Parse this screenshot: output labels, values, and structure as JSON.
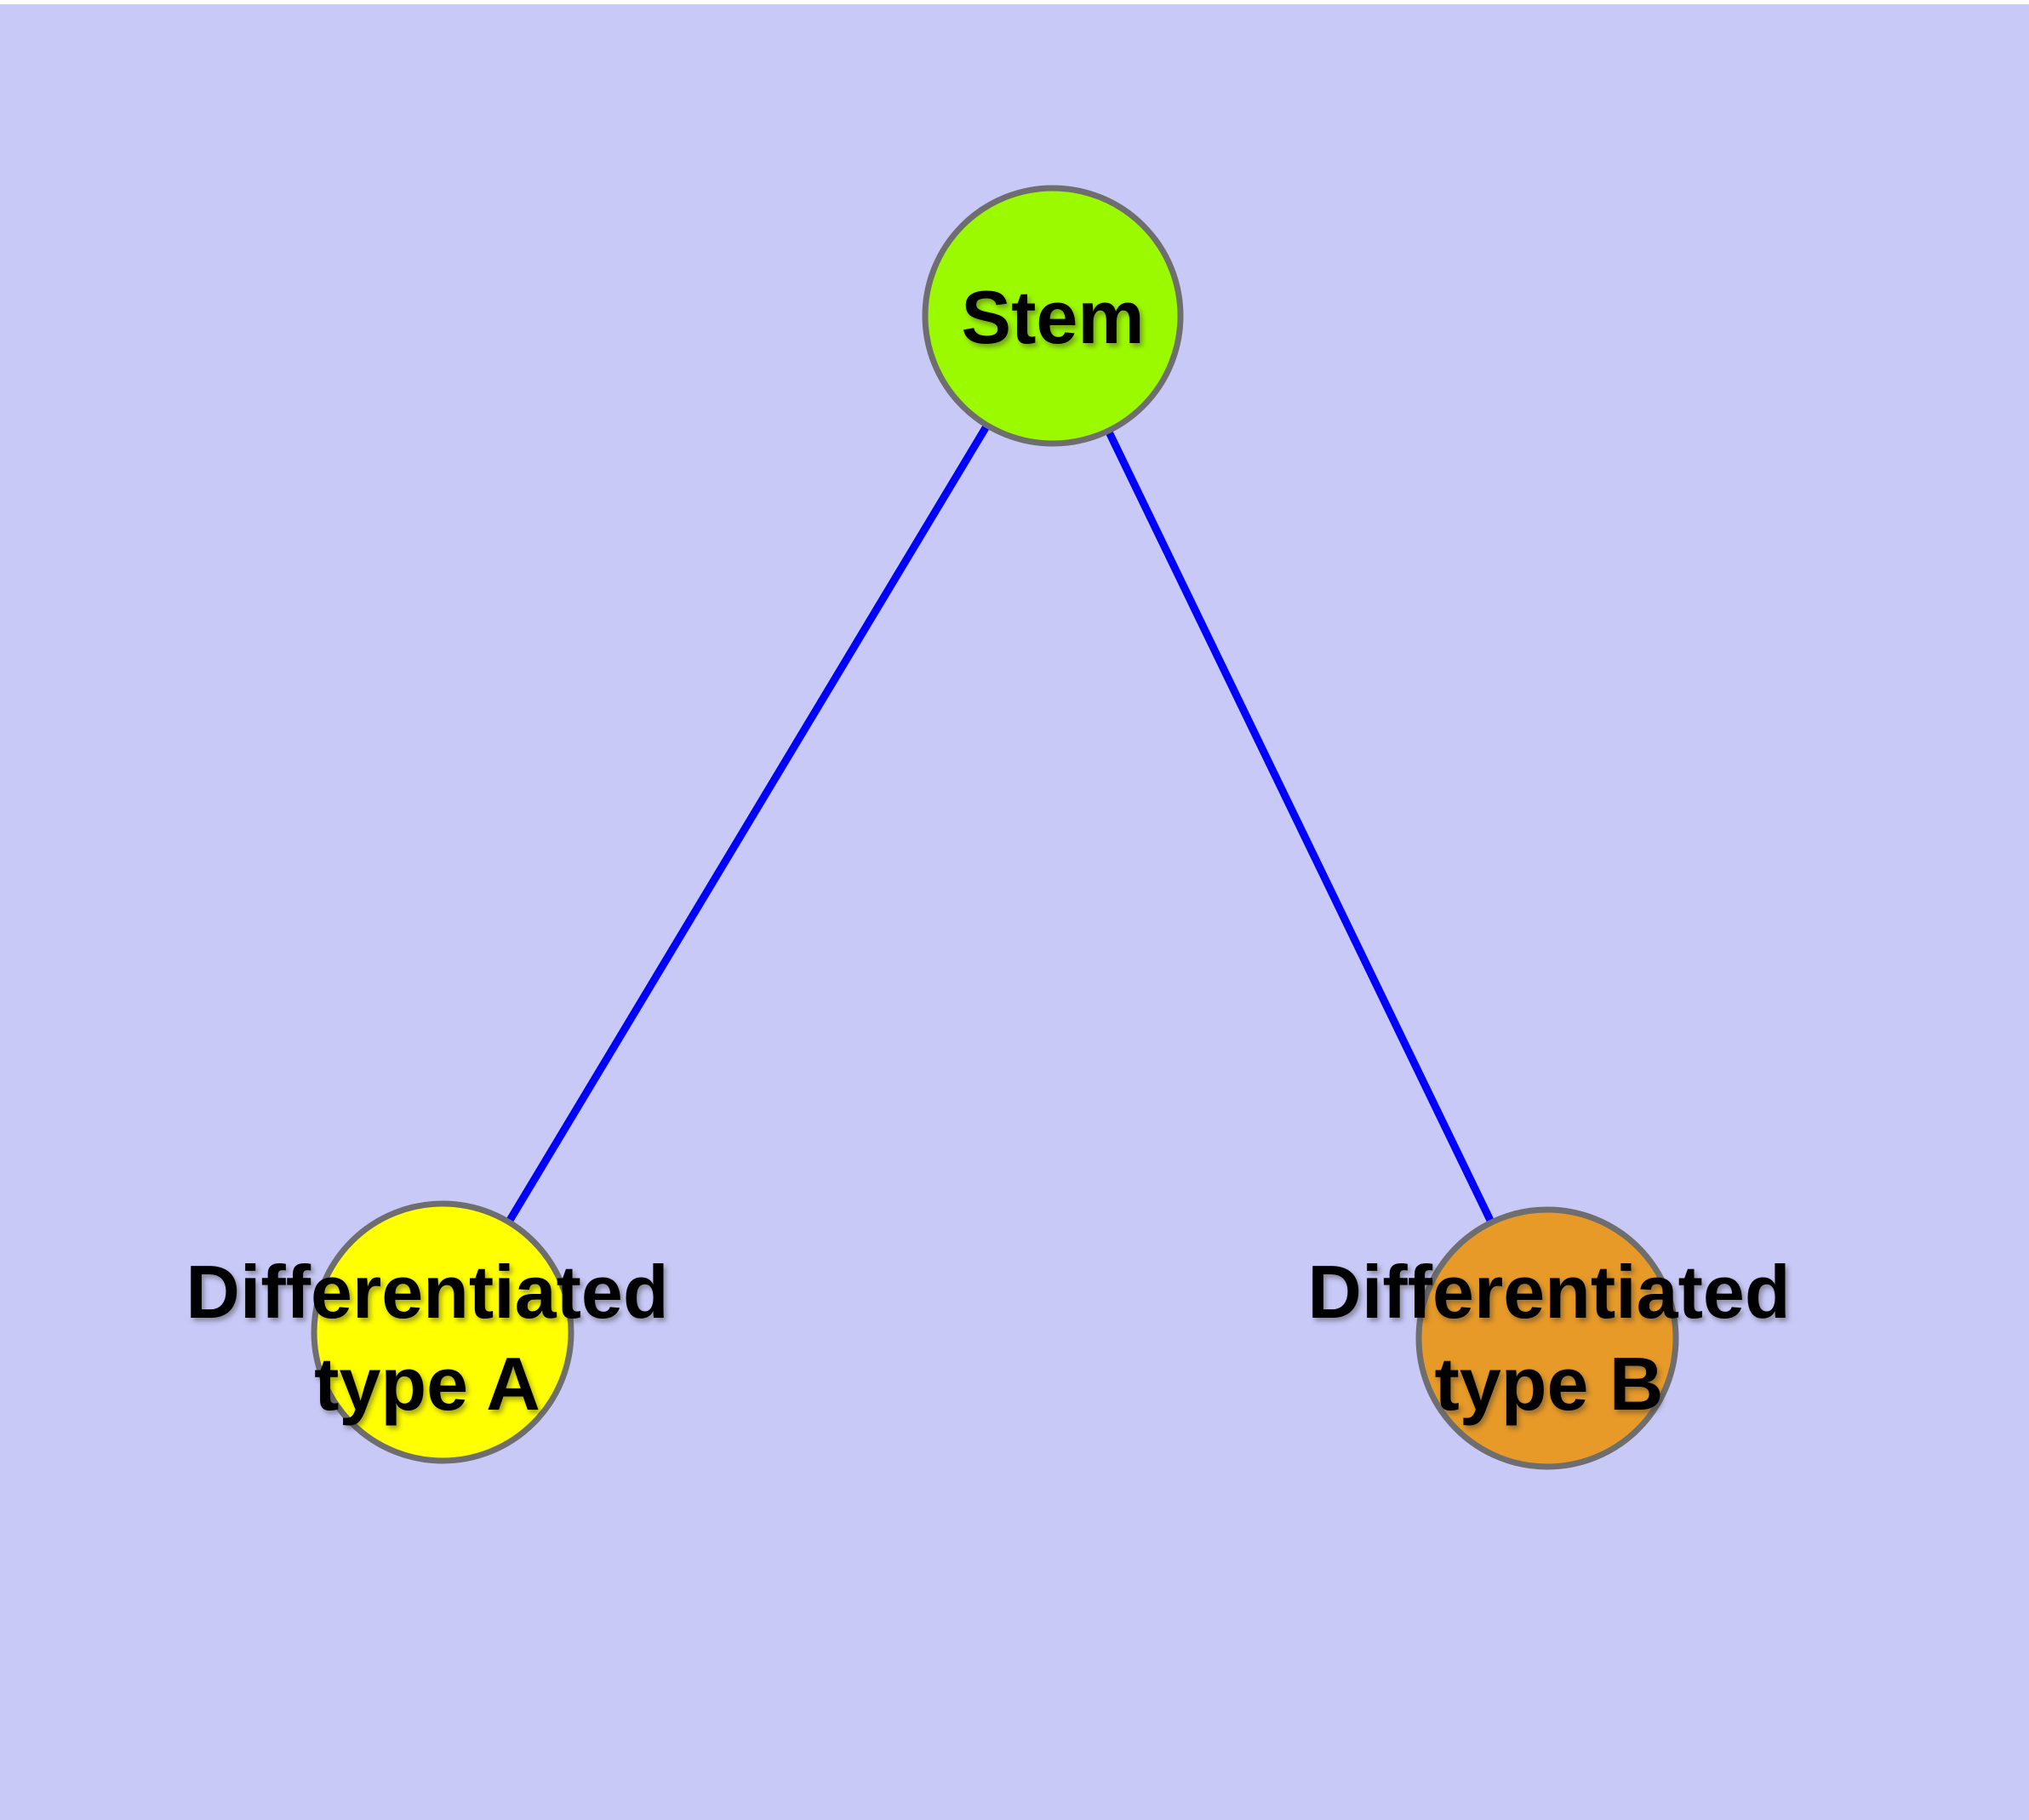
{
  "canvas": {
    "background": "#C9C9F8",
    "top_edge_color": "#FFFFFF"
  },
  "diagram": {
    "nodes": [
      {
        "id": "stem",
        "label": "Stem",
        "fill": "#9CFA00",
        "border_color": "#6E6E6E"
      },
      {
        "id": "type-a",
        "label": "Differentiated\ntype A",
        "fill": "#FFFF00",
        "border_color": "#6E6E6E"
      },
      {
        "id": "type-b",
        "label": "Differentiated\ntype B",
        "fill": "#E79A28",
        "border_color": "#6E6E6E"
      }
    ],
    "edges": [
      {
        "from": "stem",
        "to": "type-a",
        "color": "#0000FE"
      },
      {
        "from": "stem",
        "to": "type-b",
        "color": "#0000FE"
      }
    ]
  }
}
